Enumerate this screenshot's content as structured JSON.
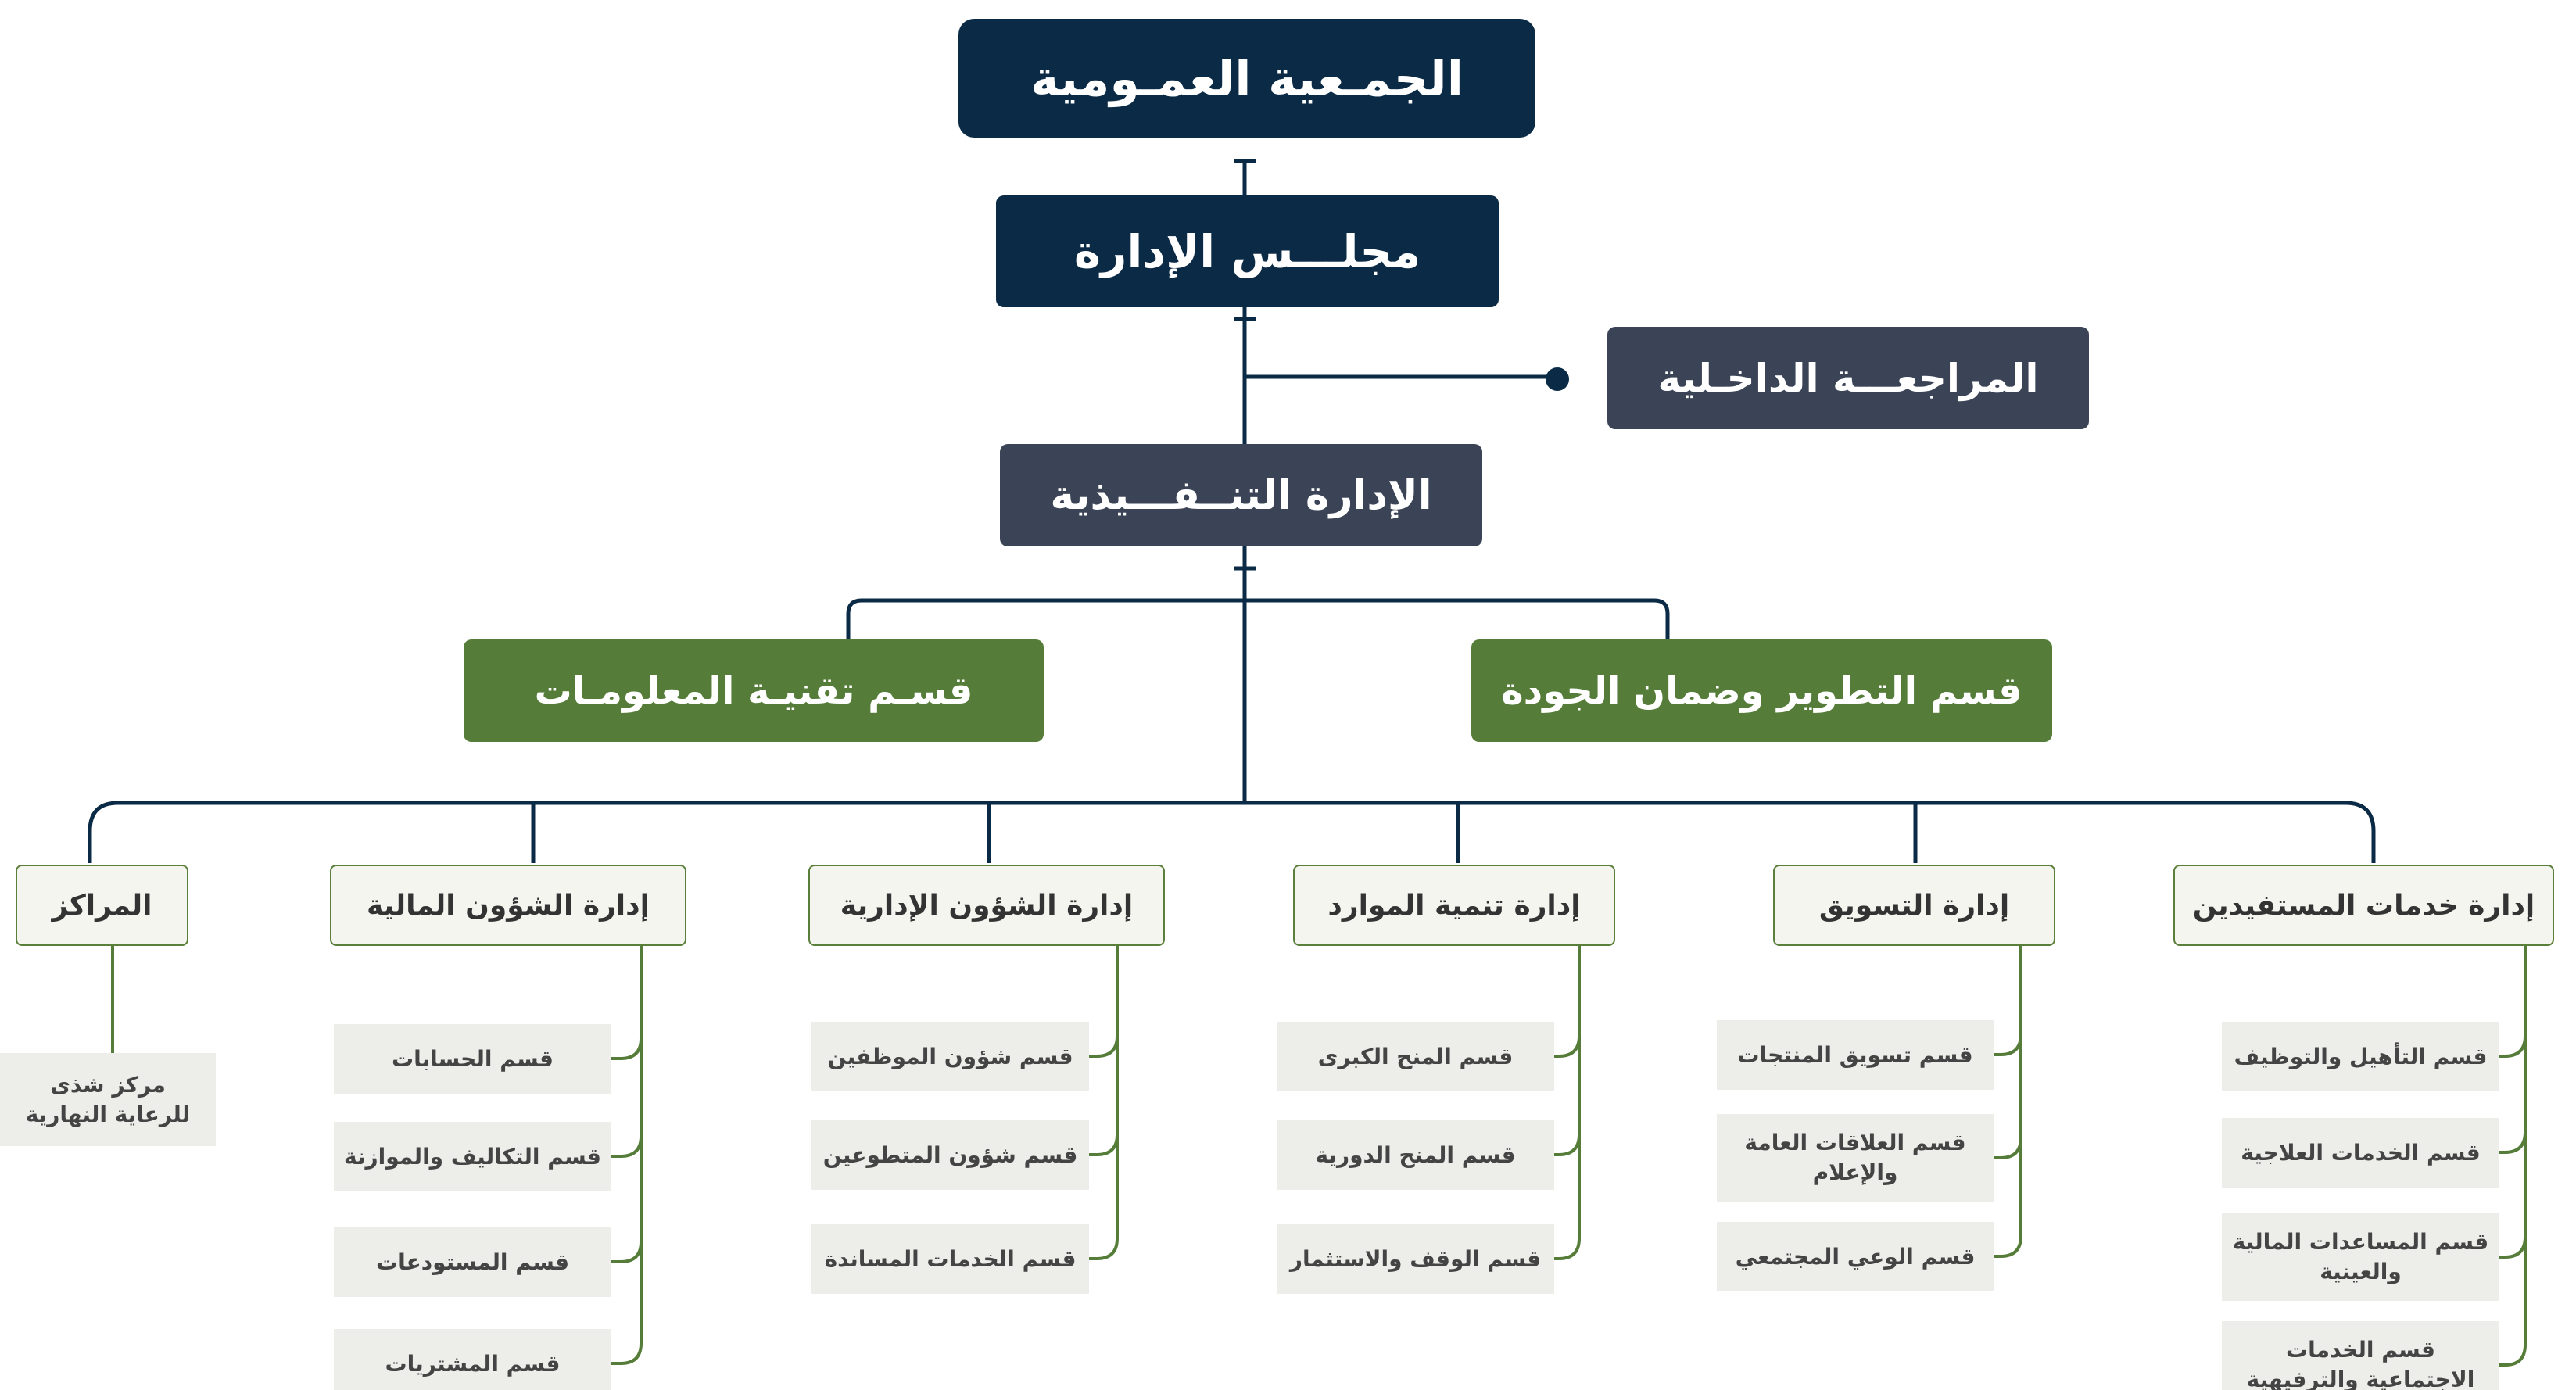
{
  "colors": {
    "navy": "#0b2a45",
    "slate": "#3b4456",
    "green": "#557c38",
    "line_dark": "#0b2a45",
    "line_green": "#557c38",
    "dept_fill": "#f5f5f0",
    "section_fill": "#ededea"
  },
  "top": {
    "general_assembly": "الجمـعية العمـومية",
    "board": "مجلـــس الإدارة",
    "internal_audit": "المراجعـــة الداخـلية",
    "executive": "الإدارة   التنــفـــيذية"
  },
  "units": {
    "it": "قسـم تقنيـة المعلومـات",
    "quality": "قسم التطوير وضمان الجودة"
  },
  "departments": [
    {
      "title": "المراكز",
      "sections": [
        "مركز شذى للرعاية النهارية"
      ]
    },
    {
      "title": "إدارة الشؤون المالية",
      "sections": [
        "قسم الحسابات",
        "قسم التكاليف والموازنة",
        "قسم المستودعات",
        "قسم المشتريات"
      ]
    },
    {
      "title": "إدارة الشؤون الإدارية",
      "sections": [
        "قسم شؤون الموظفين",
        "قسم شؤون المتطوعين",
        "قسم الخدمات المساندة"
      ]
    },
    {
      "title": "إدارة تنمية الموارد",
      "sections": [
        "قسم المنح الكبرى",
        "قسم المنح الدورية",
        "قسم الوقف والاستثمار"
      ]
    },
    {
      "title": "إدارة التسويق",
      "sections": [
        "قسم تسويق المنتجات",
        "قسم العلاقات العامة والإعلام",
        "قسم الوعي المجتمعي"
      ]
    },
    {
      "title": "إدارة خدمات المستفيدين",
      "sections": [
        "قسم التأهيل والتوظيف",
        "قسم الخدمات العلاجية",
        "قسم المساعدات المالية والعينية",
        "قسم الخدمات الاجتماعية والترفيهية"
      ]
    }
  ]
}
